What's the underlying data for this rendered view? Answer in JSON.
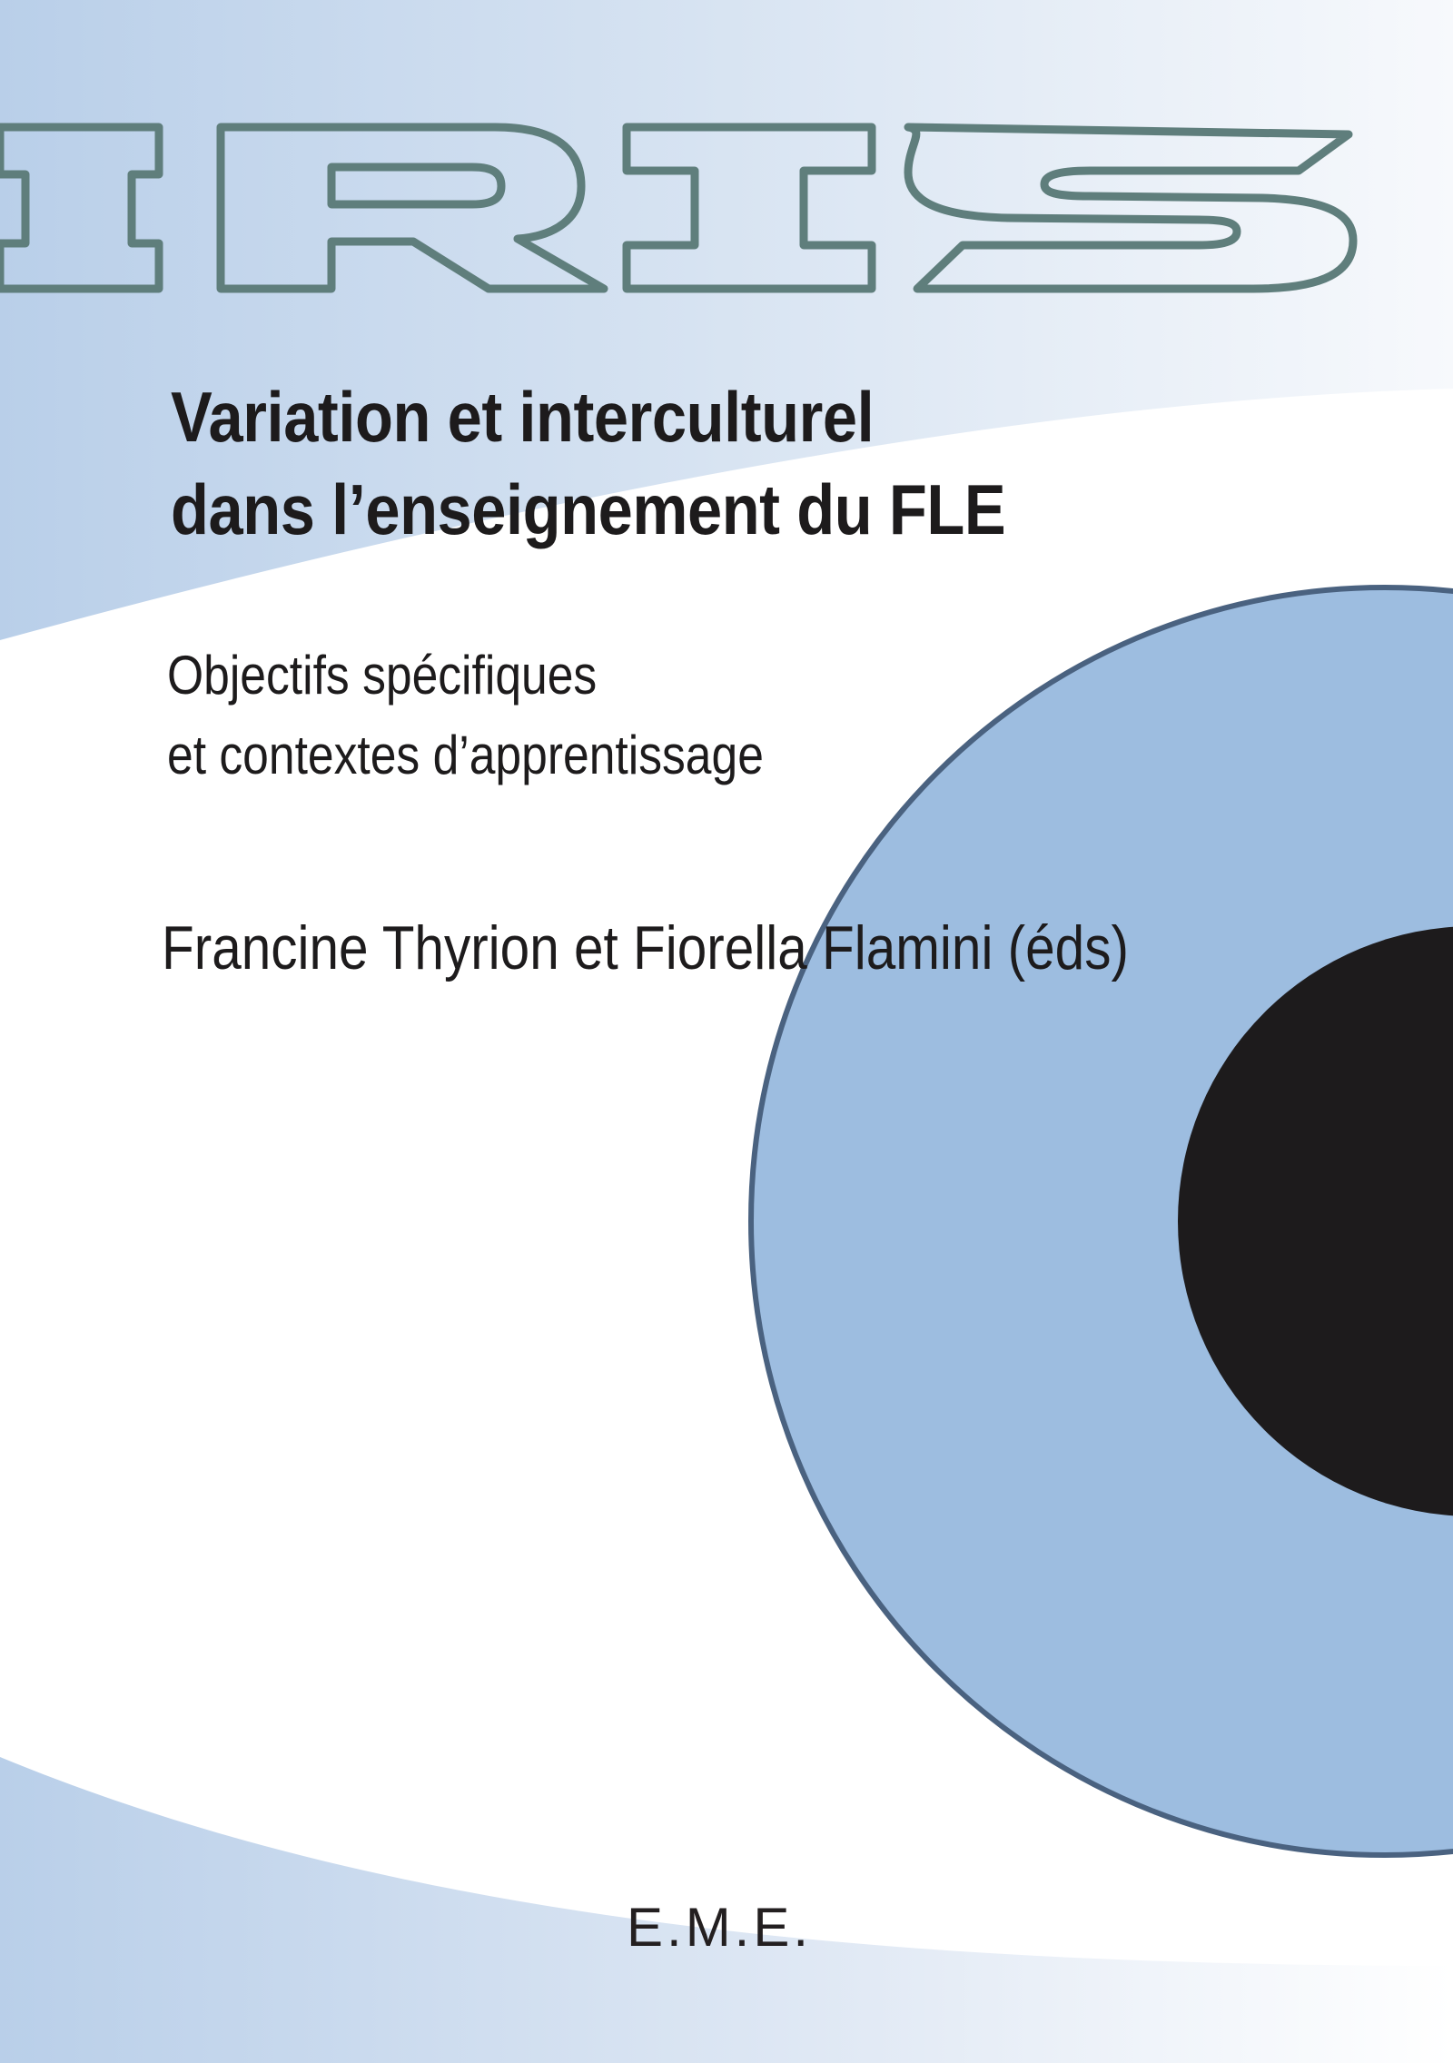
{
  "cover": {
    "series_logo": "IRIS",
    "title_line1": "Variation et interculturel",
    "title_line2": "dans l’enseignement du FLE",
    "subtitle_line1": "Objectifs spécifiques",
    "subtitle_line2": "et contextes d’apprentissage",
    "authors": "Francine Thyrion et Fiorella Flamini (éds)",
    "publisher": "E.M.E."
  },
  "colors": {
    "background": "#ffffff",
    "band_blue": "#c6d7ec",
    "eye_blue": "#9dbde0",
    "eye_outline": "#4a6280",
    "pupil": "#1d1b1c",
    "logo_outline": "#5f7e7c",
    "text": "#1d1b1c"
  }
}
